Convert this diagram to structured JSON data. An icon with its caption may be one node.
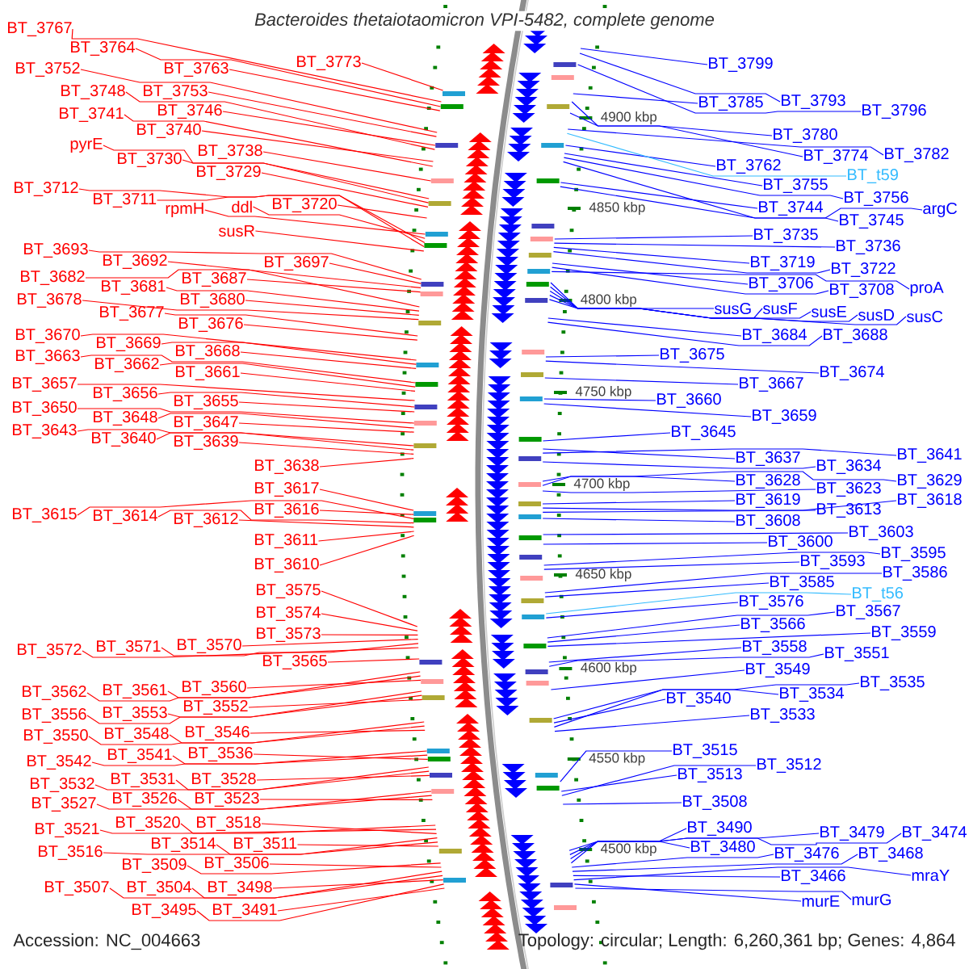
{
  "diagram": {
    "title": "Bacteroides thetaiotaomicron VPI-5482, complete genome",
    "nodes": [
      {
        "text": [
          "BT_3767"
        ]
      },
      {
        "text": [
          "BT_3764"
        ]
      },
      {
        "text": [
          "BT_3773"
        ]
      },
      {
        "text": [
          "BT_3752"
        ]
      },
      {
        "text": [
          "BT_3763"
        ]
      },
      {
        "text": [
          "BT_3748"
        ]
      },
      {
        "text": [
          "BT_3753"
        ]
      },
      {
        "text": [
          "BT_3746"
        ]
      },
      {
        "text": [
          "BT_3741"
        ]
      },
      {
        "text": [
          "BT_3740"
        ]
      },
      {
        "text": [
          "pyrE"
        ]
      },
      {
        "text": [
          "BT_3738"
        ]
      },
      {
        "text": [
          "BT_3730"
        ]
      },
      {
        "text": [
          "BT_3729"
        ]
      },
      {
        "text": [
          "BT_3712"
        ]
      },
      {
        "text": [
          "BT_3711"
        ]
      },
      {
        "text": [
          "BT_3720"
        ]
      },
      {
        "text": [
          "ddl"
        ]
      },
      {
        "text": [
          "rpmH"
        ]
      },
      {
        "text": [
          "susR"
        ]
      },
      {
        "text": [
          "BT_3693"
        ]
      },
      {
        "text": [
          "BT_3692"
        ]
      },
      {
        "text": [
          "BT_3697"
        ]
      },
      {
        "text": [
          "BT_3682"
        ]
      },
      {
        "text": [
          "BT_3687"
        ]
      },
      {
        "text": [
          "BT_3681"
        ]
      },
      {
        "text": [
          "BT_3678"
        ]
      },
      {
        "text": [
          "BT_3680"
        ]
      },
      {
        "text": [
          "BT_3677"
        ]
      },
      {
        "text": [
          "BT_3676"
        ]
      },
      {
        "text": [
          "BT_3670"
        ]
      },
      {
        "text": [
          "BT_3669"
        ]
      },
      {
        "text": [
          "BT_3668"
        ]
      },
      {
        "text": [
          "BT_3663"
        ]
      },
      {
        "text": [
          "BT_3662"
        ]
      },
      {
        "text": [
          "BT_3661"
        ]
      },
      {
        "text": [
          "BT_3657"
        ]
      },
      {
        "text": [
          "BT_3656"
        ]
      },
      {
        "text": [
          "BT_3655"
        ]
      },
      {
        "text": [
          "BT_3650"
        ]
      },
      {
        "text": [
          "BT_3648"
        ]
      },
      {
        "text": [
          "BT_3647"
        ]
      },
      {
        "text": [
          "BT_3643"
        ]
      },
      {
        "text": [
          "BT_3640"
        ]
      },
      {
        "text": [
          "BT_3639"
        ]
      },
      {
        "text": [
          "BT_3638"
        ]
      },
      {
        "text": [
          "BT_3617"
        ]
      },
      {
        "text": [
          "BT_3616"
        ]
      },
      {
        "text": [
          "BT_3615"
        ]
      },
      {
        "text": [
          "BT_3614"
        ]
      },
      {
        "text": [
          "BT_3612"
        ]
      },
      {
        "text": [
          "BT_3611"
        ]
      },
      {
        "text": [
          "BT_3610"
        ]
      },
      {
        "text": [
          "BT_3575"
        ]
      },
      {
        "text": [
          "BT_3574"
        ]
      },
      {
        "text": [
          "BT_3573"
        ]
      },
      {
        "text": [
          "BT_3570"
        ]
      },
      {
        "text": [
          "BT_3571"
        ]
      },
      {
        "text": [
          "BT_3572"
        ]
      },
      {
        "text": [
          "BT_3565"
        ]
      },
      {
        "text": [
          "BT_3560"
        ]
      },
      {
        "text": [
          "BT_3561"
        ]
      },
      {
        "text": [
          "BT_3562"
        ]
      },
      {
        "text": [
          "BT_3552"
        ]
      },
      {
        "text": [
          "BT_3553"
        ]
      },
      {
        "text": [
          "BT_3556"
        ]
      },
      {
        "text": [
          "BT_3546"
        ]
      },
      {
        "text": [
          "BT_3548"
        ]
      },
      {
        "text": [
          "BT_3550"
        ]
      },
      {
        "text": [
          "BT_3536"
        ]
      },
      {
        "text": [
          "BT_3541"
        ]
      },
      {
        "text": [
          "BT_3542"
        ]
      },
      {
        "text": [
          "BT_3531"
        ]
      },
      {
        "text": [
          "BT_3528"
        ]
      },
      {
        "text": [
          "BT_3532"
        ]
      },
      {
        "text": [
          "BT_3526"
        ]
      },
      {
        "text": [
          "BT_3523"
        ]
      },
      {
        "text": [
          "BT_3527"
        ]
      },
      {
        "text": [
          "BT_3520"
        ]
      },
      {
        "text": [
          "BT_3518"
        ]
      },
      {
        "text": [
          "BT_3521"
        ]
      },
      {
        "text": [
          "BT_3514"
        ]
      },
      {
        "text": [
          "BT_3511"
        ]
      },
      {
        "text": [
          "BT_3516"
        ]
      },
      {
        "text": [
          "BT_3506"
        ]
      },
      {
        "text": [
          "BT_3509"
        ]
      },
      {
        "text": [
          "BT_3507"
        ]
      },
      {
        "text": [
          "BT_3504"
        ]
      },
      {
        "text": [
          "BT_3498"
        ]
      },
      {
        "text": [
          "BT_3495"
        ]
      },
      {
        "text": [
          "BT_3491"
        ]
      },
      {
        "text": [
          "BT_3799"
        ]
      },
      {
        "text": [
          "BT_3785"
        ]
      },
      {
        "text": [
          "BT_3793"
        ]
      },
      {
        "text": [
          "BT_3796"
        ]
      },
      {
        "text": [
          "BT_3780"
        ]
      },
      {
        "text": [
          "BT_3782"
        ]
      },
      {
        "text": [
          "BT_3774"
        ]
      },
      {
        "text": [
          "BT_3762"
        ]
      },
      {
        "text": [
          "BT_t59"
        ]
      },
      {
        "text": [
          "BT_3755"
        ]
      },
      {
        "text": [
          "BT_3756"
        ]
      },
      {
        "text": [
          "BT_3744"
        ]
      },
      {
        "text": [
          "argC"
        ]
      },
      {
        "text": [
          "BT_3745"
        ]
      },
      {
        "text": [
          "BT_3735"
        ]
      },
      {
        "text": [
          "BT_3736"
        ]
      },
      {
        "text": [
          "BT_3719"
        ]
      },
      {
        "text": [
          "BT_3722"
        ]
      },
      {
        "text": [
          "BT_3706"
        ]
      },
      {
        "text": [
          "proA"
        ]
      },
      {
        "text": [
          "BT_3708"
        ]
      },
      {
        "text": [
          "susG"
        ]
      },
      {
        "text": [
          "susF"
        ]
      },
      {
        "text": [
          "susE"
        ]
      },
      {
        "text": [
          "susD"
        ]
      },
      {
        "text": [
          "susC"
        ]
      },
      {
        "text": [
          "BT_3684"
        ]
      },
      {
        "text": [
          "BT_3688"
        ]
      },
      {
        "text": [
          "BT_3675"
        ]
      },
      {
        "text": [
          "BT_3674"
        ]
      },
      {
        "text": [
          "BT_3667"
        ]
      },
      {
        "text": [
          "BT_3660"
        ]
      },
      {
        "text": [
          "BT_3659"
        ]
      },
      {
        "text": [
          "BT_3645"
        ]
      },
      {
        "text": [
          "BT_3641"
        ]
      },
      {
        "text": [
          "BT_3637"
        ]
      },
      {
        "text": [
          "BT_3634"
        ]
      },
      {
        "text": [
          "BT_3628"
        ]
      },
      {
        "text": [
          "BT_3629"
        ]
      },
      {
        "text": [
          "BT_3623"
        ]
      },
      {
        "text": [
          "BT_3619"
        ]
      },
      {
        "text": [
          "BT_3618"
        ]
      },
      {
        "text": [
          "BT_3613"
        ]
      },
      {
        "text": [
          "BT_3608"
        ]
      },
      {
        "text": [
          "BT_3603"
        ]
      },
      {
        "text": [
          "BT_3600"
        ]
      },
      {
        "text": [
          "BT_3595"
        ]
      },
      {
        "text": [
          "BT_3593"
        ]
      },
      {
        "text": [
          "BT_3586"
        ]
      },
      {
        "text": [
          "BT_3585"
        ]
      },
      {
        "text": [
          "BT_t56"
        ]
      },
      {
        "text": [
          "BT_3576"
        ]
      },
      {
        "text": [
          "BT_3567"
        ]
      },
      {
        "text": [
          "BT_3566"
        ]
      },
      {
        "text": [
          "BT_3559"
        ]
      },
      {
        "text": [
          "BT_3558"
        ]
      },
      {
        "text": [
          "BT_3551"
        ]
      },
      {
        "text": [
          "BT_3549"
        ]
      },
      {
        "text": [
          "BT_3535"
        ]
      },
      {
        "text": [
          "BT_3534"
        ]
      },
      {
        "text": [
          "BT_3540"
        ]
      },
      {
        "text": [
          "BT_3533"
        ]
      },
      {
        "text": [
          "BT_3515"
        ]
      },
      {
        "text": [
          "BT_3512"
        ]
      },
      {
        "text": [
          "BT_3513"
        ]
      },
      {
        "text": [
          "BT_3508"
        ]
      },
      {
        "text": [
          "BT_3490"
        ]
      },
      {
        "text": [
          "BT_3479"
        ]
      },
      {
        "text": [
          "BT_3474"
        ]
      },
      {
        "text": [
          "BT_3480"
        ]
      },
      {
        "text": [
          "BT_3476"
        ]
      },
      {
        "text": [
          "BT_3468"
        ]
      },
      {
        "text": [
          "mraY"
        ]
      },
      {
        "text": [
          "BT_3466"
        ]
      },
      {
        "text": [
          "murG"
        ]
      },
      {
        "text": [
          "murE"
        ]
      }
    ],
    "edges": [
      {
        "from": 0,
        "to": null,
        "arrow": "none"
      },
      {
        "from": 1,
        "to": null,
        "arrow": "none"
      },
      {
        "from": 2,
        "to": null,
        "arrow": "none"
      },
      {
        "from": 3,
        "to": null,
        "arrow": "none"
      },
      {
        "from": 4,
        "to": null,
        "arrow": "none"
      },
      {
        "from": 5,
        "to": null,
        "arrow": "none"
      },
      {
        "from": 6,
        "to": null,
        "arrow": "none"
      },
      {
        "from": 7,
        "to": null,
        "arrow": "none"
      },
      {
        "from": 8,
        "to": null,
        "arrow": "none"
      },
      {
        "from": 9,
        "to": null,
        "arrow": "none"
      },
      {
        "from": 10,
        "to": null,
        "arrow": "none"
      },
      {
        "from": 11,
        "to": null,
        "arrow": "none"
      },
      {
        "from": 12,
        "to": null,
        "arrow": "none"
      },
      {
        "from": 13,
        "to": null,
        "arrow": "none"
      },
      {
        "from": 14,
        "to": null,
        "arrow": "none"
      },
      {
        "from": 15,
        "to": null,
        "arrow": "none"
      },
      {
        "from": 16,
        "to": null,
        "arrow": "none"
      },
      {
        "from": 17,
        "to": null,
        "arrow": "none"
      },
      {
        "from": 18,
        "to": null,
        "arrow": "none"
      },
      {
        "from": 19,
        "to": null,
        "arrow": "none"
      },
      {
        "from": 20,
        "to": null,
        "arrow": "none"
      },
      {
        "from": 21,
        "to": null,
        "arrow": "none"
      },
      {
        "from": 22,
        "to": null,
        "arrow": "none"
      },
      {
        "from": 23,
        "to": null,
        "arrow": "none"
      },
      {
        "from": 24,
        "to": null,
        "arrow": "none"
      },
      {
        "from": 25,
        "to": null,
        "arrow": "none"
      },
      {
        "from": 26,
        "to": null,
        "arrow": "none"
      },
      {
        "from": 27,
        "to": null,
        "arrow": "none"
      },
      {
        "from": 28,
        "to": null,
        "arrow": "none"
      },
      {
        "from": 29,
        "to": null,
        "arrow": "none"
      },
      {
        "from": 30,
        "to": null,
        "arrow": "none"
      },
      {
        "from": 31,
        "to": null,
        "arrow": "none"
      },
      {
        "from": 32,
        "to": null,
        "arrow": "none"
      },
      {
        "from": 33,
        "to": null,
        "arrow": "none"
      },
      {
        "from": 34,
        "to": null,
        "arrow": "none"
      },
      {
        "from": 35,
        "to": null,
        "arrow": "none"
      },
      {
        "from": 36,
        "to": null,
        "arrow": "none"
      },
      {
        "from": 37,
        "to": null,
        "arrow": "none"
      },
      {
        "from": 38,
        "to": null,
        "arrow": "none"
      },
      {
        "from": 39,
        "to": null,
        "arrow": "none"
      },
      {
        "from": 40,
        "to": null,
        "arrow": "none"
      },
      {
        "from": 41,
        "to": null,
        "arrow": "none"
      },
      {
        "from": 42,
        "to": null,
        "arrow": "none"
      },
      {
        "from": 43,
        "to": null,
        "arrow": "none"
      },
      {
        "from": 44,
        "to": null,
        "arrow": "none"
      },
      {
        "from": 45,
        "to": null,
        "arrow": "none"
      },
      {
        "from": 46,
        "to": null,
        "arrow": "none"
      },
      {
        "from": 47,
        "to": null,
        "arrow": "none"
      },
      {
        "from": 48,
        "to": null,
        "arrow": "none"
      },
      {
        "from": 49,
        "to": null,
        "arrow": "none"
      },
      {
        "from": 50,
        "to": null,
        "arrow": "none"
      },
      {
        "from": 51,
        "to": null,
        "arrow": "none"
      },
      {
        "from": 52,
        "to": null,
        "arrow": "none"
      },
      {
        "from": 53,
        "to": null,
        "arrow": "none"
      },
      {
        "from": 54,
        "to": null,
        "arrow": "none"
      },
      {
        "from": 55,
        "to": null,
        "arrow": "none"
      },
      {
        "from": 56,
        "to": null,
        "arrow": "none"
      },
      {
        "from": 57,
        "to": null,
        "arrow": "none"
      },
      {
        "from": 58,
        "to": null,
        "arrow": "none"
      },
      {
        "from": 59,
        "to": null,
        "arrow": "none"
      },
      {
        "from": 60,
        "to": null,
        "arrow": "none"
      },
      {
        "from": 61,
        "to": null,
        "arrow": "none"
      },
      {
        "from": 62,
        "to": null,
        "arrow": "none"
      },
      {
        "from": 63,
        "to": null,
        "arrow": "none"
      },
      {
        "from": 64,
        "to": null,
        "arrow": "none"
      },
      {
        "from": 65,
        "to": null,
        "arrow": "none"
      },
      {
        "from": 66,
        "to": null,
        "arrow": "none"
      },
      {
        "from": 67,
        "to": null,
        "arrow": "none"
      },
      {
        "from": 68,
        "to": null,
        "arrow": "none"
      },
      {
        "from": 69,
        "to": null,
        "arrow": "none"
      },
      {
        "from": 70,
        "to": null,
        "arrow": "none"
      },
      {
        "from": 71,
        "to": null,
        "arrow": "none"
      },
      {
        "from": 72,
        "to": null,
        "arrow": "none"
      },
      {
        "from": 73,
        "to": null,
        "arrow": "none"
      },
      {
        "from": 74,
        "to": null,
        "arrow": "none"
      },
      {
        "from": 75,
        "to": null,
        "arrow": "none"
      },
      {
        "from": 76,
        "to": null,
        "arrow": "none"
      },
      {
        "from": 77,
        "to": null,
        "arrow": "none"
      },
      {
        "from": 78,
        "to": null,
        "arrow": "none"
      },
      {
        "from": 79,
        "to": null,
        "arrow": "none"
      },
      {
        "from": 80,
        "to": null,
        "arrow": "none"
      },
      {
        "from": 81,
        "to": null,
        "arrow": "none"
      },
      {
        "from": 82,
        "to": null,
        "arrow": "none"
      },
      {
        "from": 83,
        "to": null,
        "arrow": "none"
      },
      {
        "from": 84,
        "to": null,
        "arrow": "none"
      },
      {
        "from": 85,
        "to": null,
        "arrow": "none"
      },
      {
        "from": 86,
        "to": null,
        "arrow": "none"
      },
      {
        "from": 87,
        "to": null,
        "arrow": "none"
      },
      {
        "from": 88,
        "to": null,
        "arrow": "none"
      },
      {
        "from": 89,
        "to": null,
        "arrow": "none"
      },
      {
        "from": 90,
        "to": null,
        "arrow": "none"
      },
      {
        "from": 91,
        "to": null,
        "arrow": "none",
        "color": "#0000ff"
      },
      {
        "from": 92,
        "to": null,
        "arrow": "none",
        "color": "#0000ff"
      },
      {
        "from": 93,
        "to": null,
        "arrow": "none",
        "color": "#0000ff"
      },
      {
        "from": 94,
        "to": null,
        "arrow": "none",
        "color": "#0000ff"
      },
      {
        "from": 95,
        "to": null,
        "arrow": "none",
        "color": "#0000ff"
      },
      {
        "from": 96,
        "to": null,
        "arrow": "none",
        "color": "#0000ff"
      },
      {
        "from": 97,
        "to": null,
        "arrow": "none",
        "color": "#0000ff"
      },
      {
        "from": 98,
        "to": null,
        "arrow": "none",
        "color": "#0000ff"
      },
      {
        "from": 99,
        "to": null,
        "arrow": "none",
        "color": "#33bbff"
      },
      {
        "from": 100,
        "to": null,
        "arrow": "none",
        "color": "#0000ff"
      },
      {
        "from": 101,
        "to": null,
        "arrow": "none",
        "color": "#0000ff"
      },
      {
        "from": 102,
        "to": null,
        "arrow": "none",
        "color": "#0000ff"
      },
      {
        "from": 103,
        "to": null,
        "arrow": "none",
        "color": "#0000ff"
      },
      {
        "from": 104,
        "to": null,
        "arrow": "none",
        "color": "#0000ff"
      },
      {
        "from": 105,
        "to": null,
        "arrow": "none",
        "color": "#0000ff"
      },
      {
        "from": 106,
        "to": null,
        "arrow": "none",
        "color": "#0000ff"
      },
      {
        "from": 107,
        "to": null,
        "arrow": "none",
        "color": "#0000ff"
      },
      {
        "from": 108,
        "to": null,
        "arrow": "none",
        "color": "#0000ff"
      },
      {
        "from": 109,
        "to": null,
        "arrow": "none",
        "color": "#0000ff"
      },
      {
        "from": 110,
        "to": null,
        "arrow": "none",
        "color": "#0000ff"
      },
      {
        "from": 111,
        "to": null,
        "arrow": "none",
        "color": "#0000ff"
      },
      {
        "from": 112,
        "to": null,
        "arrow": "none",
        "color": "#0000ff"
      },
      {
        "from": 113,
        "to": null,
        "arrow": "none",
        "color": "#0000ff"
      },
      {
        "from": 114,
        "to": null,
        "arrow": "none",
        "color": "#0000ff"
      },
      {
        "from": 115,
        "to": null,
        "arrow": "none",
        "color": "#0000ff"
      },
      {
        "from": 116,
        "to": null,
        "arrow": "none",
        "color": "#0000ff"
      },
      {
        "from": 117,
        "to": null,
        "arrow": "none",
        "color": "#0000ff"
      },
      {
        "from": 118,
        "to": null,
        "arrow": "none",
        "color": "#0000ff"
      },
      {
        "from": 119,
        "to": null,
        "arrow": "none",
        "color": "#0000ff"
      },
      {
        "from": 120,
        "to": null,
        "arrow": "none",
        "color": "#0000ff"
      },
      {
        "from": 121,
        "to": null,
        "arrow": "none",
        "color": "#0000ff"
      },
      {
        "from": 122,
        "to": null,
        "arrow": "none",
        "color": "#0000ff"
      },
      {
        "from": 123,
        "to": null,
        "arrow": "none",
        "color": "#0000ff"
      },
      {
        "from": 124,
        "to": null,
        "arrow": "none",
        "color": "#0000ff"
      },
      {
        "from": 125,
        "to": null,
        "arrow": "none",
        "color": "#0000ff"
      },
      {
        "from": 126,
        "to": null,
        "arrow": "none",
        "color": "#0000ff"
      },
      {
        "from": 127,
        "to": null,
        "arrow": "none",
        "color": "#0000ff"
      },
      {
        "from": 128,
        "to": null,
        "arrow": "none",
        "color": "#0000ff"
      },
      {
        "from": 129,
        "to": null,
        "arrow": "none",
        "color": "#0000ff"
      },
      {
        "from": 130,
        "to": null,
        "arrow": "none",
        "color": "#0000ff"
      },
      {
        "from": 131,
        "to": null,
        "arrow": "none",
        "color": "#0000ff"
      },
      {
        "from": 132,
        "to": null,
        "arrow": "none",
        "color": "#0000ff"
      },
      {
        "from": 133,
        "to": null,
        "arrow": "none",
        "color": "#0000ff"
      },
      {
        "from": 134,
        "to": null,
        "arrow": "none",
        "color": "#0000ff"
      },
      {
        "from": 135,
        "to": null,
        "arrow": "none",
        "color": "#0000ff"
      },
      {
        "from": 136,
        "to": null,
        "arrow": "none",
        "color": "#0000ff"
      },
      {
        "from": 137,
        "to": null,
        "arrow": "none",
        "color": "#0000ff"
      },
      {
        "from": 138,
        "to": null,
        "arrow": "none",
        "color": "#0000ff"
      },
      {
        "from": 139,
        "to": null,
        "arrow": "none",
        "color": "#0000ff"
      },
      {
        "from": 140,
        "to": null,
        "arrow": "none",
        "color": "#0000ff"
      },
      {
        "from": 141,
        "to": null,
        "arrow": "none",
        "color": "#33bbff"
      },
      {
        "from": 142,
        "to": null,
        "arrow": "none",
        "color": "#0000ff"
      },
      {
        "from": 143,
        "to": null,
        "arrow": "none",
        "color": "#0000ff"
      },
      {
        "from": 144,
        "to": null,
        "arrow": "none",
        "color": "#0000ff"
      },
      {
        "from": 145,
        "to": null,
        "arrow": "none",
        "color": "#0000ff"
      },
      {
        "from": 146,
        "to": null,
        "arrow": "none",
        "color": "#0000ff"
      },
      {
        "from": 147,
        "to": null,
        "arrow": "none",
        "color": "#0000ff"
      },
      {
        "from": 148,
        "to": null,
        "arrow": "none",
        "color": "#0000ff"
      },
      {
        "from": 149,
        "to": null,
        "arrow": "none",
        "color": "#0000ff"
      },
      {
        "from": 150,
        "to": null,
        "arrow": "none",
        "color": "#0000ff"
      },
      {
        "from": 151,
        "to": null,
        "arrow": "none",
        "color": "#0000ff"
      },
      {
        "from": 152,
        "to": null,
        "arrow": "none",
        "color": "#0000ff"
      },
      {
        "from": 153,
        "to": null,
        "arrow": "none",
        "color": "#0000ff"
      },
      {
        "from": 154,
        "to": null,
        "arrow": "none",
        "color": "#0000ff"
      },
      {
        "from": 155,
        "to": null,
        "arrow": "none",
        "color": "#0000ff"
      },
      {
        "from": 156,
        "to": null,
        "arrow": "none",
        "color": "#0000ff"
      },
      {
        "from": 157,
        "to": null,
        "arrow": "none",
        "color": "#0000ff"
      },
      {
        "from": 158,
        "to": null,
        "arrow": "none",
        "color": "#0000ff"
      },
      {
        "from": 159,
        "to": null,
        "arrow": "none",
        "color": "#0000ff"
      },
      {
        "from": 160,
        "to": null,
        "arrow": "none",
        "color": "#0000ff"
      },
      {
        "from": 161,
        "to": null,
        "arrow": "none",
        "color": "#0000ff"
      },
      {
        "from": 162,
        "to": null,
        "arrow": "none",
        "color": "#0000ff"
      },
      {
        "from": 163,
        "to": null,
        "arrow": "none",
        "color": "#0000ff"
      },
      {
        "from": 164,
        "to": null,
        "arrow": "none",
        "color": "#0000ff"
      },
      {
        "from": 165,
        "to": null,
        "arrow": "none",
        "color": "#0000ff"
      },
      {
        "from": 166,
        "to": null,
        "arrow": "none",
        "color": "#0000ff"
      }
    ],
    "labels": [
      "4900 kbp",
      "4850 kbp",
      "4800 kbp",
      "4750 kbp",
      "4700 kbp",
      "4650 kbp",
      "4600 kbp",
      "4550 kbp",
      "4500 kbp",
      "Accession: NC_004663",
      "Topology: circular; Length: 6,260,361 bp; Genes: 4,864"
    ]
  }
}
